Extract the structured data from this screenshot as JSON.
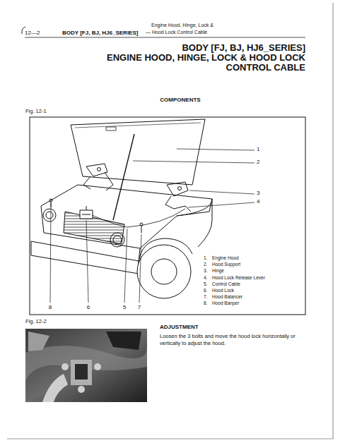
{
  "diagram": {
    "title": "ENGINE HOOD, HINGE, LOCK & HOOD LOCK CONTROL CABLE",
    "labels": [
      "12—2",
      "BODY [FJ, BJ, HJ6_SERIES]",
      "Engine Hood, Hinge, Lock &",
      "— Hood Lock Control Cable",
      "BODY [FJ, BJ, HJ6_SERIES]",
      "COMPONENTS",
      "Fig. 12-1",
      "1",
      "2",
      "3",
      "4",
      "8",
      "6",
      "5",
      "7",
      "1.",
      "Engine Hood",
      "2.",
      "Hood Support",
      "3.",
      "Hinge",
      "4.",
      "Hood Lock Release Lever",
      "5.",
      "Control Cable",
      "6.",
      "Hood Lock",
      "7.",
      "Hood Balancer",
      "8.",
      "Hood Banper",
      "Fig. 12-2",
      "ADJUSTMENT",
      "Loosen the 3 bolts and move the hood lock horizontally or vertically to adjust the hood."
    ]
  }
}
